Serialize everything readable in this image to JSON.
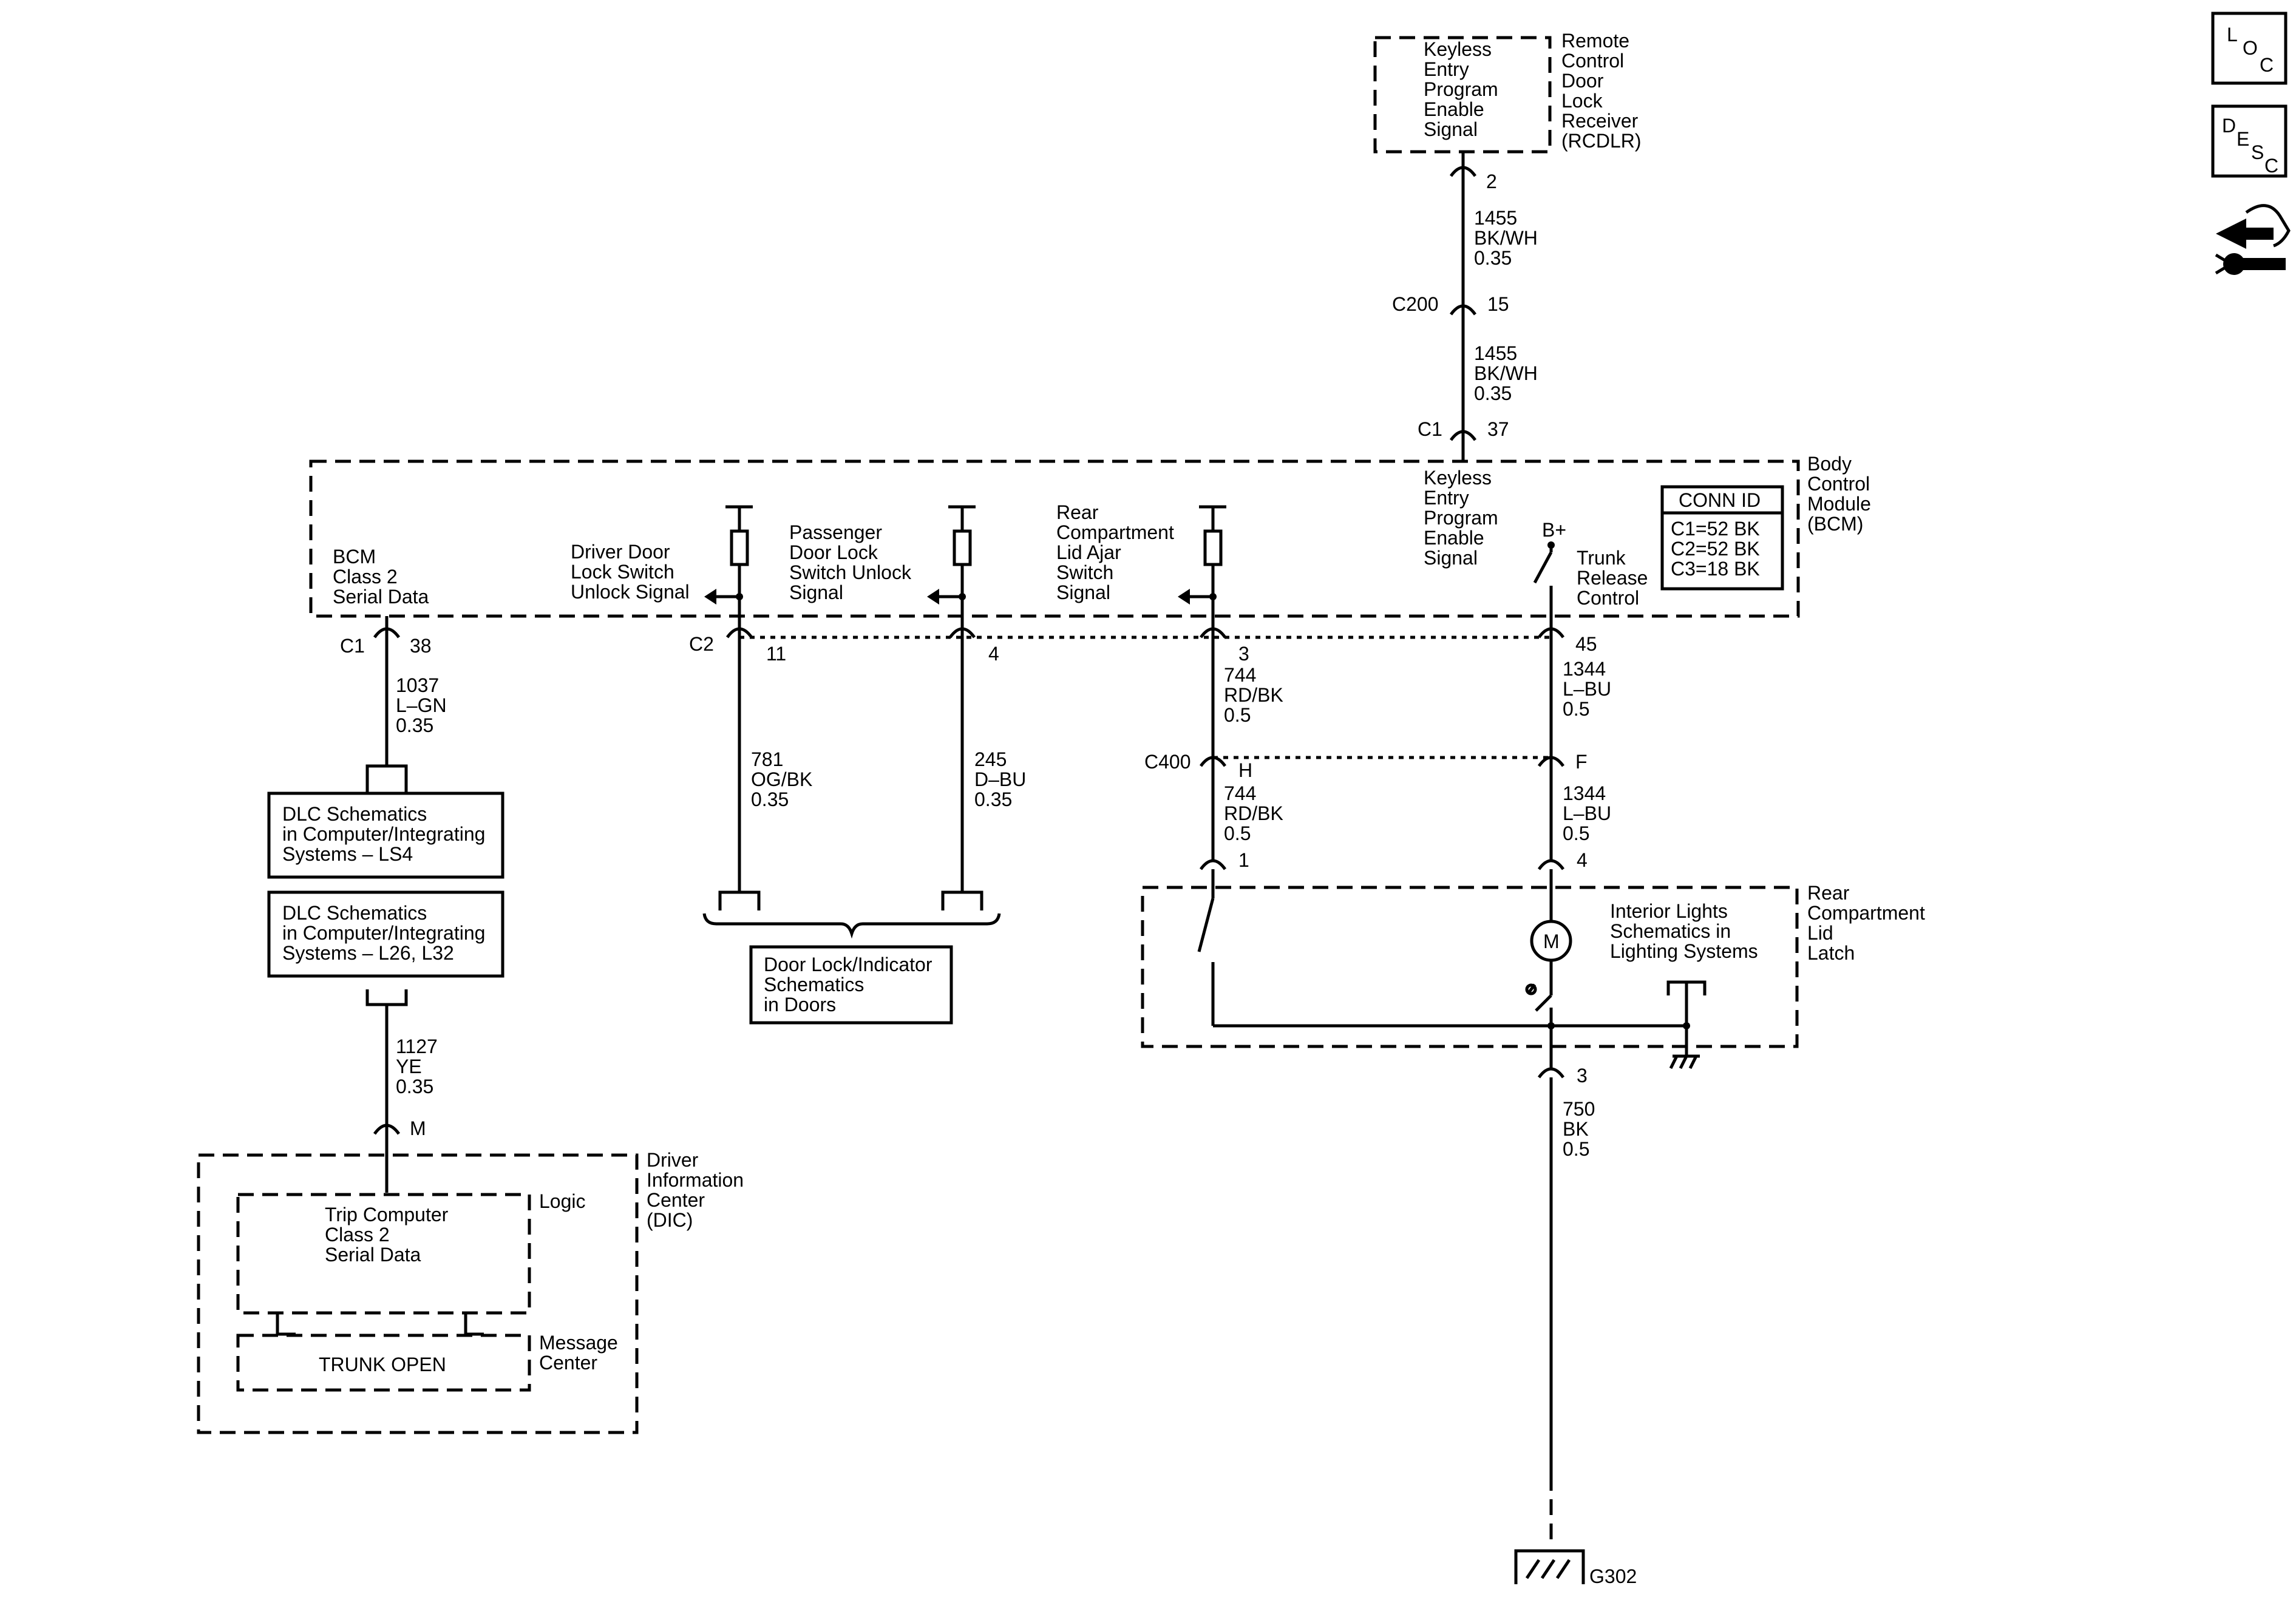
{
  "side_icons": {
    "loc": [
      "L",
      "O",
      "C"
    ],
    "desc": [
      "D",
      "E",
      "S",
      "C"
    ]
  },
  "rcdlr": {
    "title": [
      "Remote",
      "Control",
      "Door",
      "Lock",
      "Receiver",
      "(RCDLR)"
    ],
    "inner": [
      "Keyless",
      "Entry",
      "Program",
      "Enable",
      "Signal"
    ]
  },
  "bcm": {
    "title": [
      "Body",
      "Control",
      "Module",
      "(BCM)"
    ],
    "conn_id": {
      "header": "CONN ID",
      "rows": [
        "C1=52 BK",
        "C2=52 BK",
        "C3=18 BK"
      ]
    },
    "keyless": [
      "Keyless",
      "Entry",
      "Program",
      "Enable",
      "Signal"
    ],
    "class2": [
      "BCM",
      "Class 2",
      "Serial Data"
    ],
    "driver_door": [
      "Driver Door",
      "Lock Switch",
      "Unlock Signal"
    ],
    "pass_door": [
      "Passenger",
      "Door Lock",
      "Switch Unlock",
      "Signal"
    ],
    "rear_lid": [
      "Rear",
      "Compartment",
      "Lid Ajar",
      "Switch",
      "Signal"
    ],
    "b_plus": "B+",
    "trunk_release": [
      "Trunk",
      "Release",
      "Control"
    ]
  },
  "connectors": {
    "rcdlr_pin": "2",
    "c200": "C200",
    "c200_pin": "15",
    "c1": "C1",
    "c1_pin_37": "37",
    "c1_pin_38": "38",
    "c2": "C2",
    "c2_pin_11": "11",
    "c2_pin_4": "4",
    "pin_3": "3",
    "pin_45": "45",
    "c400": "C400",
    "c400_h": "H",
    "c400_f": "F",
    "latch_pin_1": "1",
    "latch_pin_4": "4",
    "latch_pin_3": "3",
    "dic_pin_m": "M"
  },
  "wires": {
    "w1455a": [
      "1455",
      "BK/WH",
      "0.35"
    ],
    "w1455b": [
      "1455",
      "BK/WH",
      "0.35"
    ],
    "w1037": [
      "1037",
      "L–GN",
      "0.35"
    ],
    "w781": [
      "781",
      "OG/BK",
      "0.35"
    ],
    "w245": [
      "245",
      "D–BU",
      "0.35"
    ],
    "w744a": [
      "744",
      "RD/BK",
      "0.5"
    ],
    "w744b": [
      "744",
      "RD/BK",
      "0.5"
    ],
    "w1344a": [
      "1344",
      "L–BU",
      "0.5"
    ],
    "w1344b": [
      "1344",
      "L–BU",
      "0.5"
    ],
    "w1127": [
      "1127",
      "YE",
      "0.35"
    ],
    "w750": [
      "750",
      "BK",
      "0.5"
    ]
  },
  "refs": {
    "dlc1": [
      "DLC Schematics",
      "in Computer/Integrating",
      "Systems – LS4"
    ],
    "dlc2": [
      "DLC Schematics",
      "in Computer/Integrating",
      "Systems – L26, L32"
    ],
    "door_lock": [
      "Door Lock/Indicator",
      "Schematics",
      "in Doors"
    ]
  },
  "latch": {
    "title": [
      "Rear",
      "Compartment",
      "Lid",
      "Latch"
    ],
    "motor": "M",
    "interior": [
      "Interior Lights",
      "Schematics in",
      "Lighting Systems"
    ]
  },
  "dic": {
    "title": [
      "Driver",
      "Information",
      "Center",
      "(DIC)"
    ],
    "logic": "Logic",
    "trip": [
      "Trip Computer",
      "Class 2",
      "Serial Data"
    ],
    "message": [
      "Message",
      "Center"
    ],
    "trunk_open": "TRUNK OPEN"
  },
  "ground": {
    "g302": "G302"
  }
}
